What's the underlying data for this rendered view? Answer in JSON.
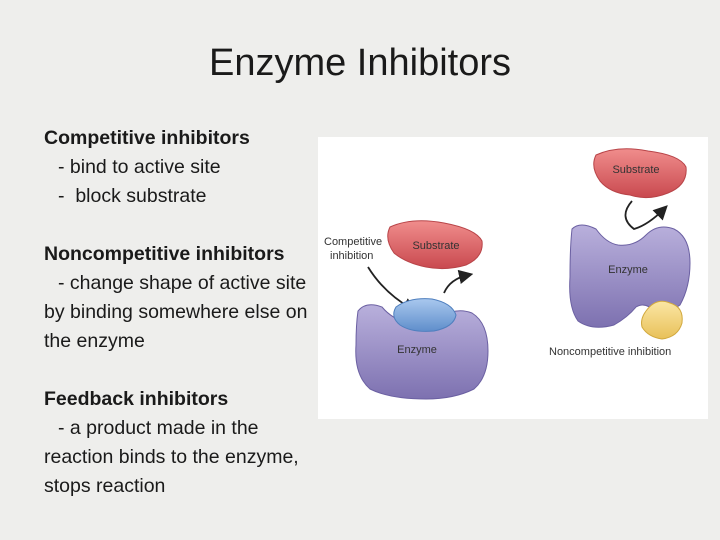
{
  "slide": {
    "title": "Enzyme Inhibitors"
  },
  "bullets": [
    {
      "heading": "Competitive inhibitors",
      "lines": [
        "- bind to active site",
        "-  block substrate"
      ]
    },
    {
      "heading": "Noncompetitive inhibitors",
      "lines": [
        "- change shape of active site by binding somewhere else on the enzyme"
      ]
    },
    {
      "heading": "Feedback inhibitors",
      "lines": [
        "- a product made in the reaction binds to the enzyme, stops reaction"
      ]
    }
  ],
  "diagram": {
    "competitive_label_1": "Competitive",
    "competitive_label_2": "inhibition",
    "noncompetitive_label": "Noncompetitive inhibition",
    "substrate_label_left": "Substrate",
    "substrate_label_right": "Substrate",
    "enzyme_label_left": "Enzyme",
    "enzyme_label_right": "Enzyme",
    "colors": {
      "substrate": "#e0686a",
      "enzyme": "#9a8fc4",
      "competitive_inhibitor": "#7fa8da",
      "noncompetitive_inhibitor": "#f2d27a"
    }
  }
}
